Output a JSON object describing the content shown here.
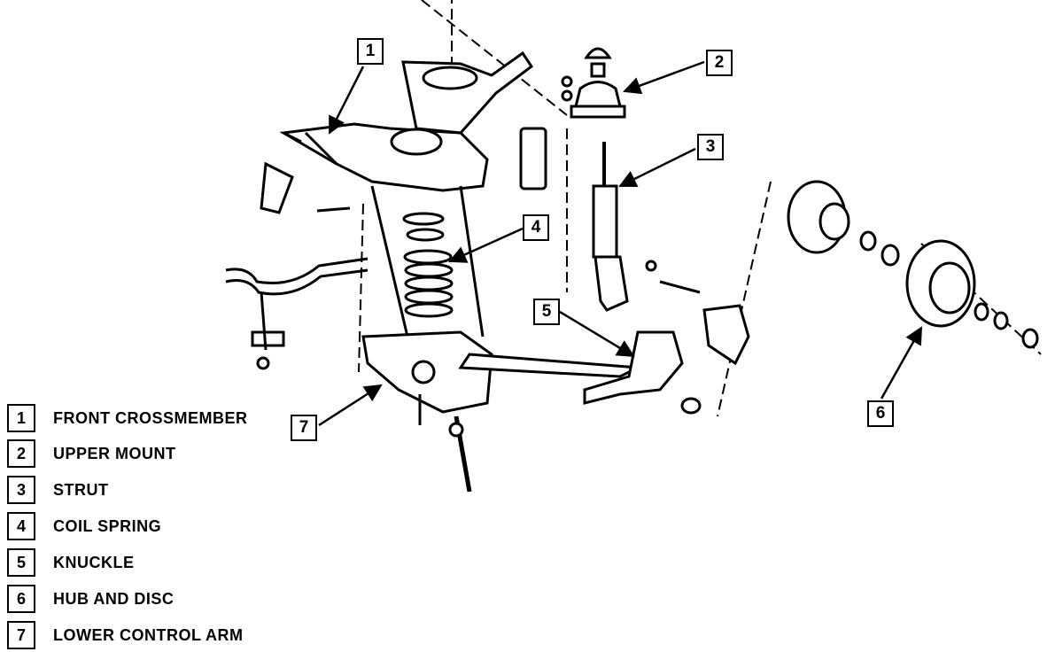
{
  "callouts": [
    {
      "num": "1"
    },
    {
      "num": "2"
    },
    {
      "num": "3"
    },
    {
      "num": "4"
    },
    {
      "num": "5"
    },
    {
      "num": "6"
    },
    {
      "num": "7"
    }
  ],
  "legend": [
    {
      "num": "1",
      "label": "FRONT CROSSMEMBER"
    },
    {
      "num": "2",
      "label": "UPPER MOUNT"
    },
    {
      "num": "3",
      "label": "STRUT"
    },
    {
      "num": "4",
      "label": "COIL SPRING"
    },
    {
      "num": "5",
      "label": "KNUCKLE"
    },
    {
      "num": "6",
      "label": "HUB AND DISC"
    },
    {
      "num": "7",
      "label": "LOWER CONTROL ARM"
    }
  ]
}
